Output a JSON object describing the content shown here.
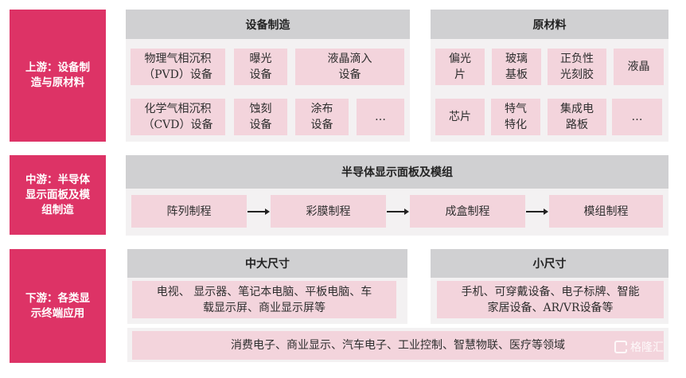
{
  "upstream": {
    "stage_label": "上游：设备制\n造与原材料",
    "equipment": {
      "title": "设备制造",
      "items": [
        "物理气相沉积\n（PVD）设备",
        "曝光\n设备",
        "液晶滴入\n设备",
        "化学气相沉积\n（CVD）设备",
        "蚀刻\n设备",
        "涂布\n设备",
        "…"
      ]
    },
    "materials": {
      "title": "原材料",
      "items": [
        "偏光\n片",
        "玻璃\n基板",
        "正负性\n光刻胶",
        "液晶",
        "芯片",
        "特气\n特化",
        "集成电\n路板",
        "…"
      ]
    }
  },
  "midstream": {
    "stage_label": "中游：半导体\n显示面板及模\n组制造",
    "title": "半导体显示面板及模组",
    "steps": [
      "阵列制程",
      "彩膜制程",
      "成盒制程",
      "模组制程"
    ]
  },
  "downstream": {
    "stage_label": "下游：各类显\n示终端应用",
    "large": {
      "title": "中大尺寸",
      "desc": "电视、 显示器、笔记本电脑、平板电脑、车\n载显示屏、商业显示屏等"
    },
    "small": {
      "title": "小尺寸",
      "desc": "手机、可穿戴设备、电子标牌、智能\n家居设备、AR/VR设备等"
    },
    "fields": "消费电子、商业显示、汽车电子、工业控制、智慧物联、医疗等领域"
  },
  "watermark": "格隆汇",
  "colors": {
    "stage": "#dd3366",
    "header": "#d0d0d2",
    "cell": "#f3d4dc",
    "panel": "#f3f1f2"
  }
}
